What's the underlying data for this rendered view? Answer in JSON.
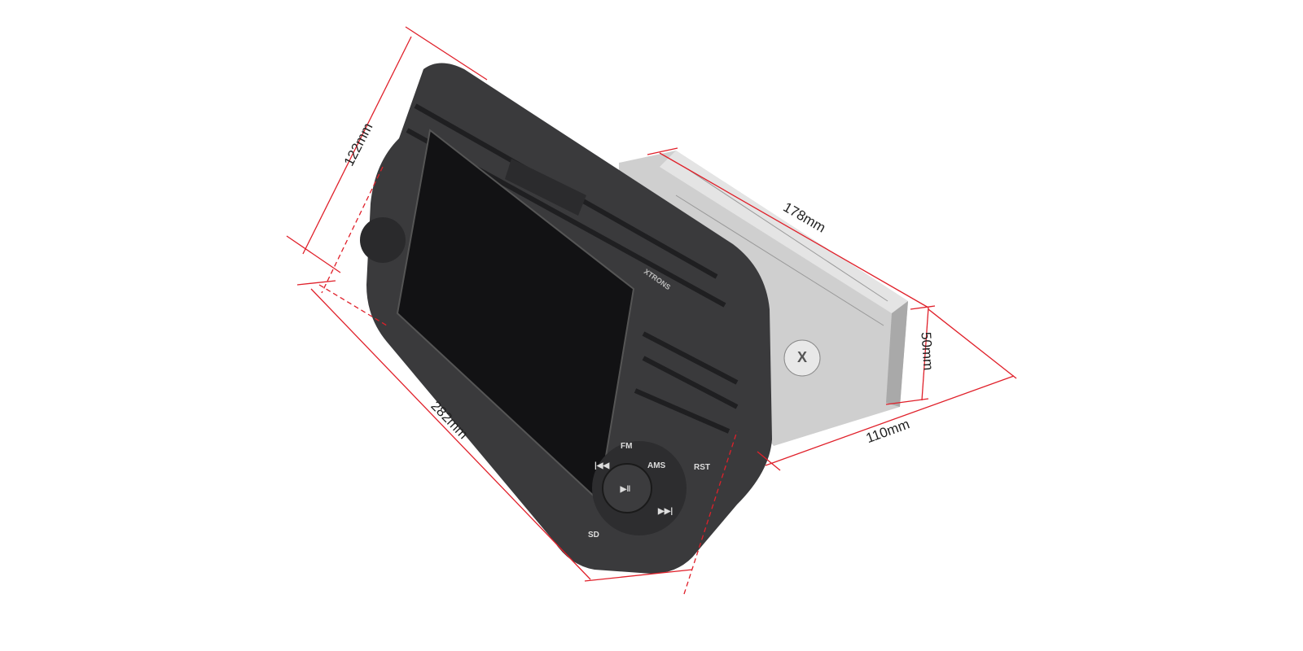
{
  "dimensions": {
    "height": "122mm",
    "width": "282mm",
    "unit_length": "178mm",
    "unit_height": "50mm",
    "unit_depth": "110mm"
  },
  "device": {
    "brand": "XTRONS",
    "buttons": {
      "fm": "FM",
      "ams": "AMS",
      "rst": "RST",
      "sd": "SD"
    }
  },
  "colors": {
    "dimension_line": "#e0202a",
    "bezel": "#3a3a3c",
    "screen": "#0c0c0e",
    "chassis": "#c9c9c9"
  }
}
